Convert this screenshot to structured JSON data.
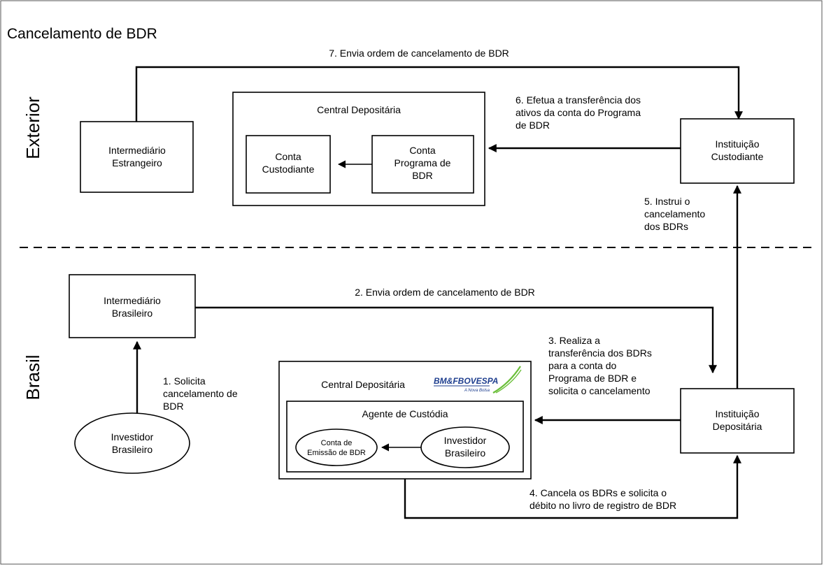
{
  "title": "Cancelamento de BDR",
  "regions": {
    "exterior": "Exterior",
    "brasil": "Brasil"
  },
  "nodes": {
    "intermediario_estrangeiro": [
      "Intermediário",
      "Estrangeiro"
    ],
    "central_depositaria_exterior": "Central Depositária",
    "conta_custodiante": [
      "Conta",
      "Custodiante"
    ],
    "conta_programa_bdr": [
      "Conta",
      "Programa de",
      "BDR"
    ],
    "instituicao_custodiante": [
      "Instituição",
      "Custodiante"
    ],
    "intermediario_brasileiro": [
      "Intermediário",
      "Brasileiro"
    ],
    "investidor_brasileiro": [
      "Investidor",
      "Brasileiro"
    ],
    "central_depositaria_brasil": "Central Depositária",
    "agente_custodia": "Agente de Custódia",
    "conta_emissao_bdr": [
      "Conta de",
      "Emissão de BDR"
    ],
    "investidor_brasileiro_inner": [
      "Investidor",
      "Brasileiro"
    ],
    "instituicao_depositaria": [
      "Instituição",
      "Depositária"
    ]
  },
  "logo": {
    "text": "BM&FBOVESPA",
    "tagline": "A Nova Bolsa",
    "color": "#1f3f8f",
    "accent": "#6bbf3a"
  },
  "steps": {
    "step1": [
      "1. Solicita",
      "cancelamento de",
      "BDR"
    ],
    "step2": "2. Envia ordem de cancelamento de BDR",
    "step3": [
      "3. Realiza a",
      "transferência dos BDRs",
      "para a conta do",
      "Programa de BDR e",
      "solicita o cancelamento"
    ],
    "step4": [
      "4. Cancela os BDRs e solicita o",
      "débito no livro de registro de BDR"
    ],
    "step5": [
      "5. Instrui o",
      "cancelamento",
      "dos BDRs"
    ],
    "step6": [
      "6. Efetua a transferência dos",
      "ativos da conta do Programa",
      "de BDR"
    ],
    "step7": "7. Envia ordem de cancelamento de BDR"
  }
}
